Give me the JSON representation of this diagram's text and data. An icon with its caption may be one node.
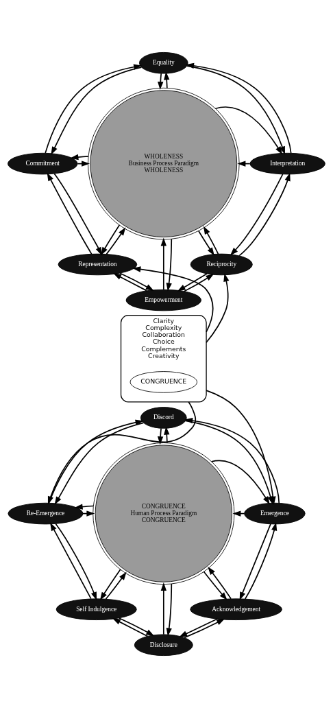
{
  "diagram": {
    "nodes": [
      {
        "text": [
          "WHOLENESS",
          "Business Process Paradigm",
          "WHOLENESS"
        ]
      },
      {
        "text": [
          "Equality"
        ]
      },
      {
        "text": [
          "Commitment"
        ]
      },
      {
        "text": [
          "Interpretation"
        ]
      },
      {
        "text": [
          "Representation"
        ]
      },
      {
        "text": [
          "Reciprocity"
        ]
      },
      {
        "text": [
          "Empowerment"
        ]
      },
      {
        "text": [
          "Clarity",
          "Complexity",
          "Collaboration",
          "Choice",
          "Complements",
          "Creativity"
        ]
      },
      {
        "text": [
          "CONGRUENCE"
        ],
        "in": 7
      },
      {
        "text": [
          "CONGRUENCE",
          "Human Process Paradigm",
          "CONGRUENCE"
        ]
      },
      {
        "text": [
          "Discord"
        ]
      },
      {
        "text": [
          "Re-Emergence"
        ]
      },
      {
        "text": [
          "Emergence"
        ]
      },
      {
        "text": [
          "Self Indulgence"
        ]
      },
      {
        "text": [
          "Acknowledgement"
        ]
      },
      {
        "text": [
          "Disclosure"
        ]
      }
    ],
    "edges": [
      {
        "from": 2,
        "to": 1,
        "arrow": "to"
      },
      {
        "from": 1,
        "to": 2,
        "arrow": "to"
      },
      {
        "from": 1,
        "to": 3,
        "arrow": "to"
      },
      {
        "from": 3,
        "to": 1,
        "arrow": "to"
      },
      {
        "from": 3,
        "to": 5,
        "arrow": "to"
      },
      {
        "from": 5,
        "to": 3,
        "arrow": "to"
      },
      {
        "from": 5,
        "to": 6,
        "arrow": "to"
      },
      {
        "from": 6,
        "to": 5,
        "arrow": "to"
      },
      {
        "from": 6,
        "to": 4,
        "arrow": "to"
      },
      {
        "from": 4,
        "to": 6,
        "arrow": "to"
      },
      {
        "from": 4,
        "to": 2,
        "arrow": "to"
      },
      {
        "from": 2,
        "to": 4,
        "arrow": "to"
      },
      {
        "from": 1,
        "to": 0,
        "arrow": "to"
      },
      {
        "from": 0,
        "to": 1,
        "arrow": "to"
      },
      {
        "from": 2,
        "to": 0,
        "arrow": "to"
      },
      {
        "from": 0,
        "to": 2,
        "arrow": "to"
      },
      {
        "from": 3,
        "to": 0,
        "arrow": "to"
      },
      {
        "from": 0,
        "to": 3,
        "arrow": "to"
      },
      {
        "from": 4,
        "to": 0,
        "arrow": "to"
      },
      {
        "from": 0,
        "to": 4,
        "arrow": "to"
      },
      {
        "from": 5,
        "to": 0,
        "arrow": "to"
      },
      {
        "from": 0,
        "to": 5,
        "arrow": "to"
      },
      {
        "from": 6,
        "to": 0,
        "arrow": "to"
      },
      {
        "from": 0,
        "to": 6,
        "arrow": "to"
      },
      {
        "from": 7,
        "to": 4,
        "arrow": "to"
      },
      {
        "from": 7,
        "to": 5,
        "arrow": "to"
      },
      {
        "from": 7,
        "to": 11,
        "arrow": "to"
      },
      {
        "from": 7,
        "to": 12,
        "arrow": "to"
      },
      {
        "from": 11,
        "to": 10,
        "arrow": "to"
      },
      {
        "from": 10,
        "to": 11,
        "arrow": "to"
      },
      {
        "from": 10,
        "to": 12,
        "arrow": "to"
      },
      {
        "from": 12,
        "to": 10,
        "arrow": "to"
      },
      {
        "from": 12,
        "to": 14,
        "arrow": "to"
      },
      {
        "from": 14,
        "to": 12,
        "arrow": "to"
      },
      {
        "from": 14,
        "to": 15,
        "arrow": "to"
      },
      {
        "from": 15,
        "to": 14,
        "arrow": "to"
      },
      {
        "from": 15,
        "to": 13,
        "arrow": "to"
      },
      {
        "from": 13,
        "to": 15,
        "arrow": "to"
      },
      {
        "from": 13,
        "to": 11,
        "arrow": "to"
      },
      {
        "from": 11,
        "to": 13,
        "arrow": "to"
      },
      {
        "from": 10,
        "to": 9,
        "arrow": "to"
      },
      {
        "from": 9,
        "to": 10,
        "arrow": "to"
      },
      {
        "from": 11,
        "to": 9,
        "arrow": "to"
      },
      {
        "from": 9,
        "to": 11,
        "arrow": "to"
      },
      {
        "from": 12,
        "to": 9,
        "arrow": "to"
      },
      {
        "from": 9,
        "to": 12,
        "arrow": "to"
      },
      {
        "from": 13,
        "to": 9,
        "arrow": "to"
      },
      {
        "from": 9,
        "to": 13,
        "arrow": "to"
      },
      {
        "from": 14,
        "to": 9,
        "arrow": "to"
      },
      {
        "from": 9,
        "to": 14,
        "arrow": "to"
      },
      {
        "from": 15,
        "to": 9,
        "arrow": "to"
      },
      {
        "from": 9,
        "to": 15,
        "arrow": "to"
      }
    ]
  }
}
